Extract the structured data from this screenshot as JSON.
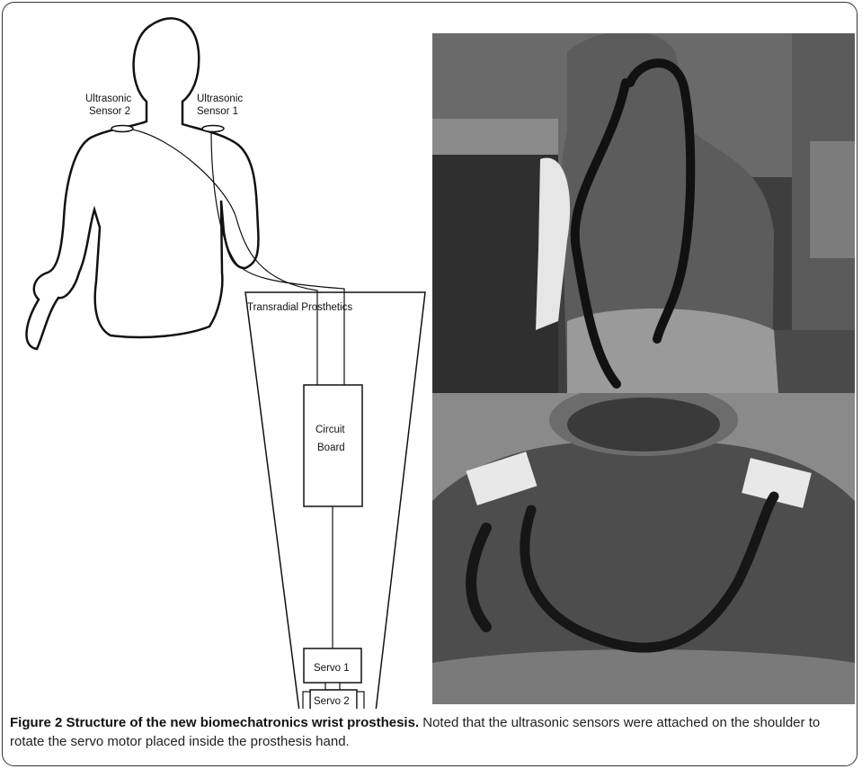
{
  "diagram": {
    "sensor2_line1": "Ultrasonic",
    "sensor2_line2": "Sensor 2",
    "sensor1_line1": "Ultrasonic",
    "sensor1_line2": "Sensor 1",
    "prosthetics_label": "Transradial Prosthetics",
    "circuit_line1": "Circuit",
    "circuit_line2": "Board",
    "servo1_label": "Servo 1",
    "servo2_label": "Servo 2"
  },
  "caption": {
    "title": "Figure 2 Structure of the new biomechatronics wrist prosthesis.",
    "body": " Noted that the ultrasonic sensors were attached on the shoulder to rotate the servo motor placed inside the prosthesis hand."
  }
}
